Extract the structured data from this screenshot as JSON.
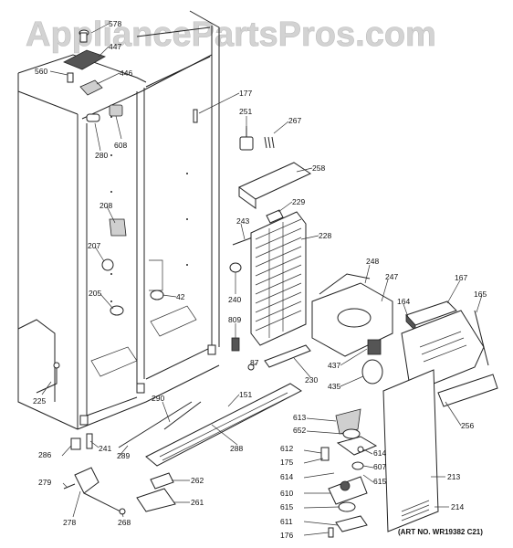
{
  "watermark": "AppliancePartsPros.com",
  "art_number": "(ART NO. WR19382 C21)",
  "callouts": [
    {
      "id": "578"
    },
    {
      "id": "447"
    },
    {
      "id": "560"
    },
    {
      "id": "446"
    },
    {
      "id": "177"
    },
    {
      "id": "251"
    },
    {
      "id": "267"
    },
    {
      "id": "608"
    },
    {
      "id": "280"
    },
    {
      "id": "258"
    },
    {
      "id": "208"
    },
    {
      "id": "229"
    },
    {
      "id": "243"
    },
    {
      "id": "228"
    },
    {
      "id": "207"
    },
    {
      "id": "248"
    },
    {
      "id": "247"
    },
    {
      "id": "167"
    },
    {
      "id": "165"
    },
    {
      "id": "205"
    },
    {
      "id": "42"
    },
    {
      "id": "240"
    },
    {
      "id": "164"
    },
    {
      "id": "809"
    },
    {
      "id": "437"
    },
    {
      "id": "87"
    },
    {
      "id": "230"
    },
    {
      "id": "435"
    },
    {
      "id": "290"
    },
    {
      "id": "151"
    },
    {
      "id": "225"
    },
    {
      "id": "613"
    },
    {
      "id": "256"
    },
    {
      "id": "652"
    },
    {
      "id": "241"
    },
    {
      "id": "288"
    },
    {
      "id": "612"
    },
    {
      "id": "614"
    },
    {
      "id": "286"
    },
    {
      "id": "289"
    },
    {
      "id": "175"
    },
    {
      "id": "607"
    },
    {
      "id": "614"
    },
    {
      "id": "615"
    },
    {
      "id": "213"
    },
    {
      "id": "279"
    },
    {
      "id": "262"
    },
    {
      "id": "610"
    },
    {
      "id": "615"
    },
    {
      "id": "214"
    },
    {
      "id": "278"
    },
    {
      "id": "261"
    },
    {
      "id": "268"
    },
    {
      "id": "611"
    },
    {
      "id": "176"
    }
  ]
}
